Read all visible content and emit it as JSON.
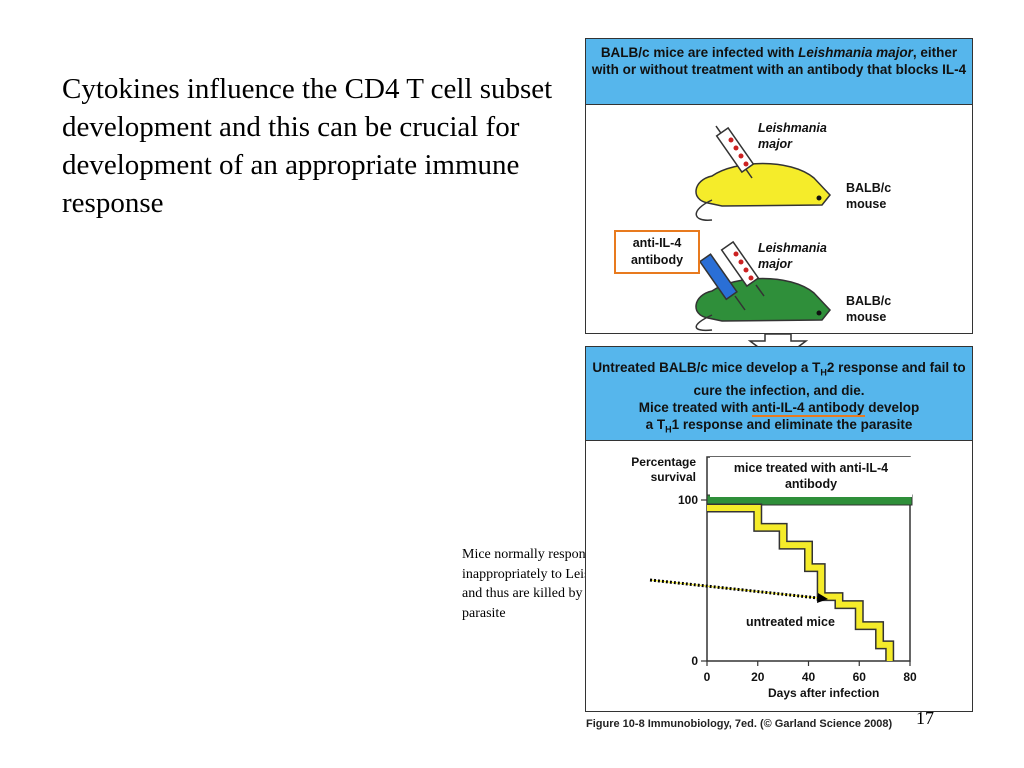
{
  "slide": {
    "main_text": "Cytokines influence the CD4 T cell subset development and this can be crucial for development of an appropriate immune response",
    "side_note": "Mice normally respond inappropriately to Leishmania and thus are killed by the parasite",
    "slide_number": "17"
  },
  "figure": {
    "top_header_1": "BALB/c mice are infected with ",
    "top_header_italic": "Leishmania major",
    "top_header_2": ", either with or without treatment with an antibody that blocks IL-4",
    "leishmania_label_1": "Leishmania major",
    "mouse_label_1": "BALB/c mouse",
    "anti_il4_box": "anti-IL-4 antibody",
    "leishmania_label_2": "Leishmania major",
    "mouse_label_2": "BALB/c mouse",
    "bottom_header_line1": "Untreated BALB/c mice develop a T",
    "bottom_header_sub1": "H",
    "bottom_header_line1b": "2 response and fail to cure the infection, and die.",
    "bottom_header_line2a": "Mice treated with ",
    "bottom_header_line2b": "anti-IL-4 antibody",
    "bottom_header_line2c": " develop",
    "bottom_header_line3a": "a T",
    "bottom_header_sub2": "H",
    "bottom_header_line3b": "1 response and eliminate the parasite",
    "caption": "Figure 10-8  Immunobiology, 7ed. (© Garland Science 2008)",
    "colors": {
      "header_blue": "#56b6ec",
      "treated_green": "#2f8f3a",
      "untreated_yellow": "#f5ec2a",
      "highlight_orange": "#e87a1e"
    }
  },
  "chart_data": {
    "type": "line",
    "ylabel": "Percentage survival",
    "xlabel": "Days after infection",
    "xlim": [
      0,
      80
    ],
    "ylim": [
      0,
      100
    ],
    "x_ticks": [
      "0",
      "20",
      "40",
      "60",
      "80"
    ],
    "y_ticks": [
      "0",
      "100"
    ],
    "series": [
      {
        "name": "mice treated with anti-IL-4 antibody",
        "x": [
          0,
          80
        ],
        "y": [
          100,
          100
        ]
      },
      {
        "name": "untreated mice",
        "x": [
          0,
          20,
          20,
          30,
          30,
          40,
          40,
          45,
          45,
          52,
          52,
          60,
          60,
          68,
          68,
          72,
          72
        ],
        "y": [
          95,
          95,
          83,
          83,
          72,
          72,
          58,
          58,
          40,
          40,
          35,
          35,
          22,
          22,
          10,
          10,
          0
        ]
      }
    ]
  }
}
